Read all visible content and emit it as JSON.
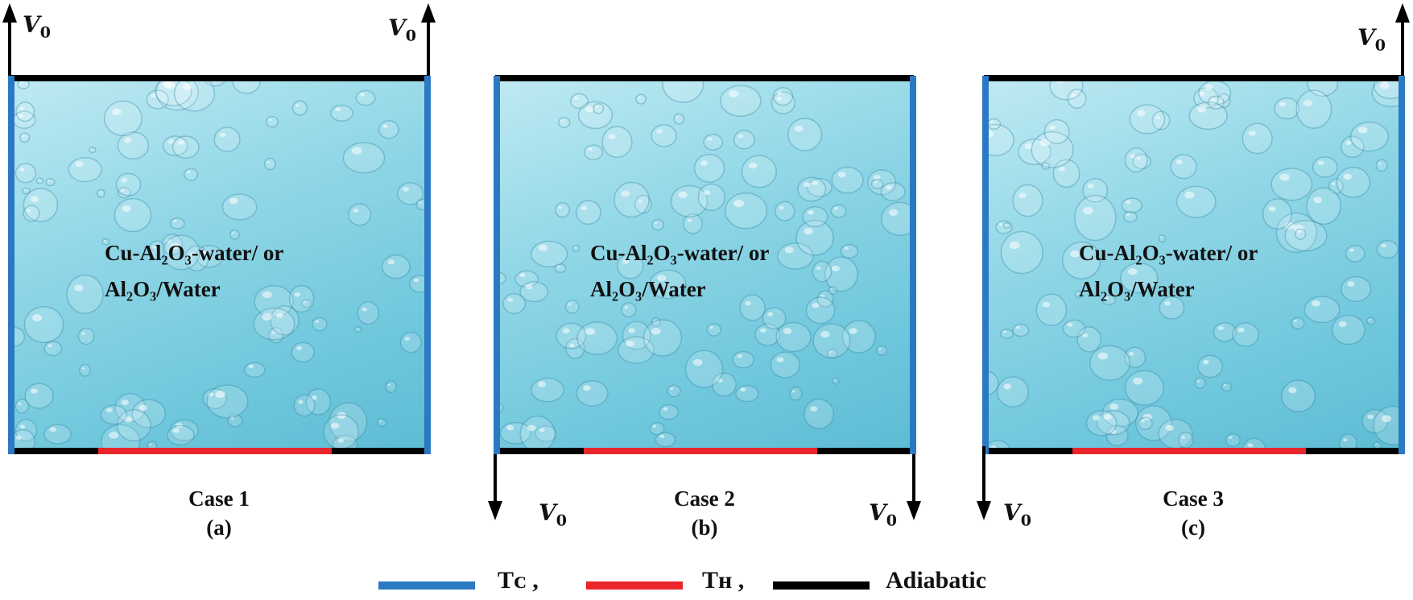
{
  "panels": [
    {
      "case": "Case 1",
      "sub": "(a)",
      "fluid_line1": "Cu-Al₂O₃-water/ or",
      "fluid_line2": "Al₂O₃/Water",
      "velocity": "V",
      "velocity_sub": "0"
    },
    {
      "case": "Case 2",
      "sub": "(b)",
      "fluid_line1": "Cu-Al₂O₃-water/ or",
      "fluid_line2": "Al₂O₃/Water",
      "velocity": "V",
      "velocity_sub": "0"
    },
    {
      "case": "Case 3",
      "sub": "(c)",
      "fluid_line1": "Cu-Al₂O₃-water/ or",
      "fluid_line2": "Al₂O₃/Water",
      "velocity": "V",
      "velocity_sub": "0"
    }
  ],
  "legend": {
    "cold": "Tᴄ ,",
    "hot": "Tʜ ,",
    "adiabatic": "Adiabatic"
  },
  "colors": {
    "cold_wall": "#2b79c2",
    "hot_wall": "#e8262b",
    "adiabatic_wall": "#000000",
    "fluid": "#8fd6e6"
  }
}
